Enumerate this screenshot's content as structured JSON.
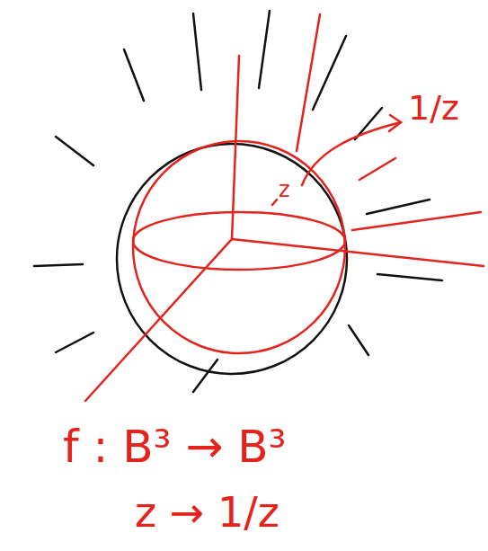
{
  "diagram": {
    "labels": [
      "z",
      "1/z",
      "f : B³ → B³",
      "z → 1/z"
    ]
  }
}
